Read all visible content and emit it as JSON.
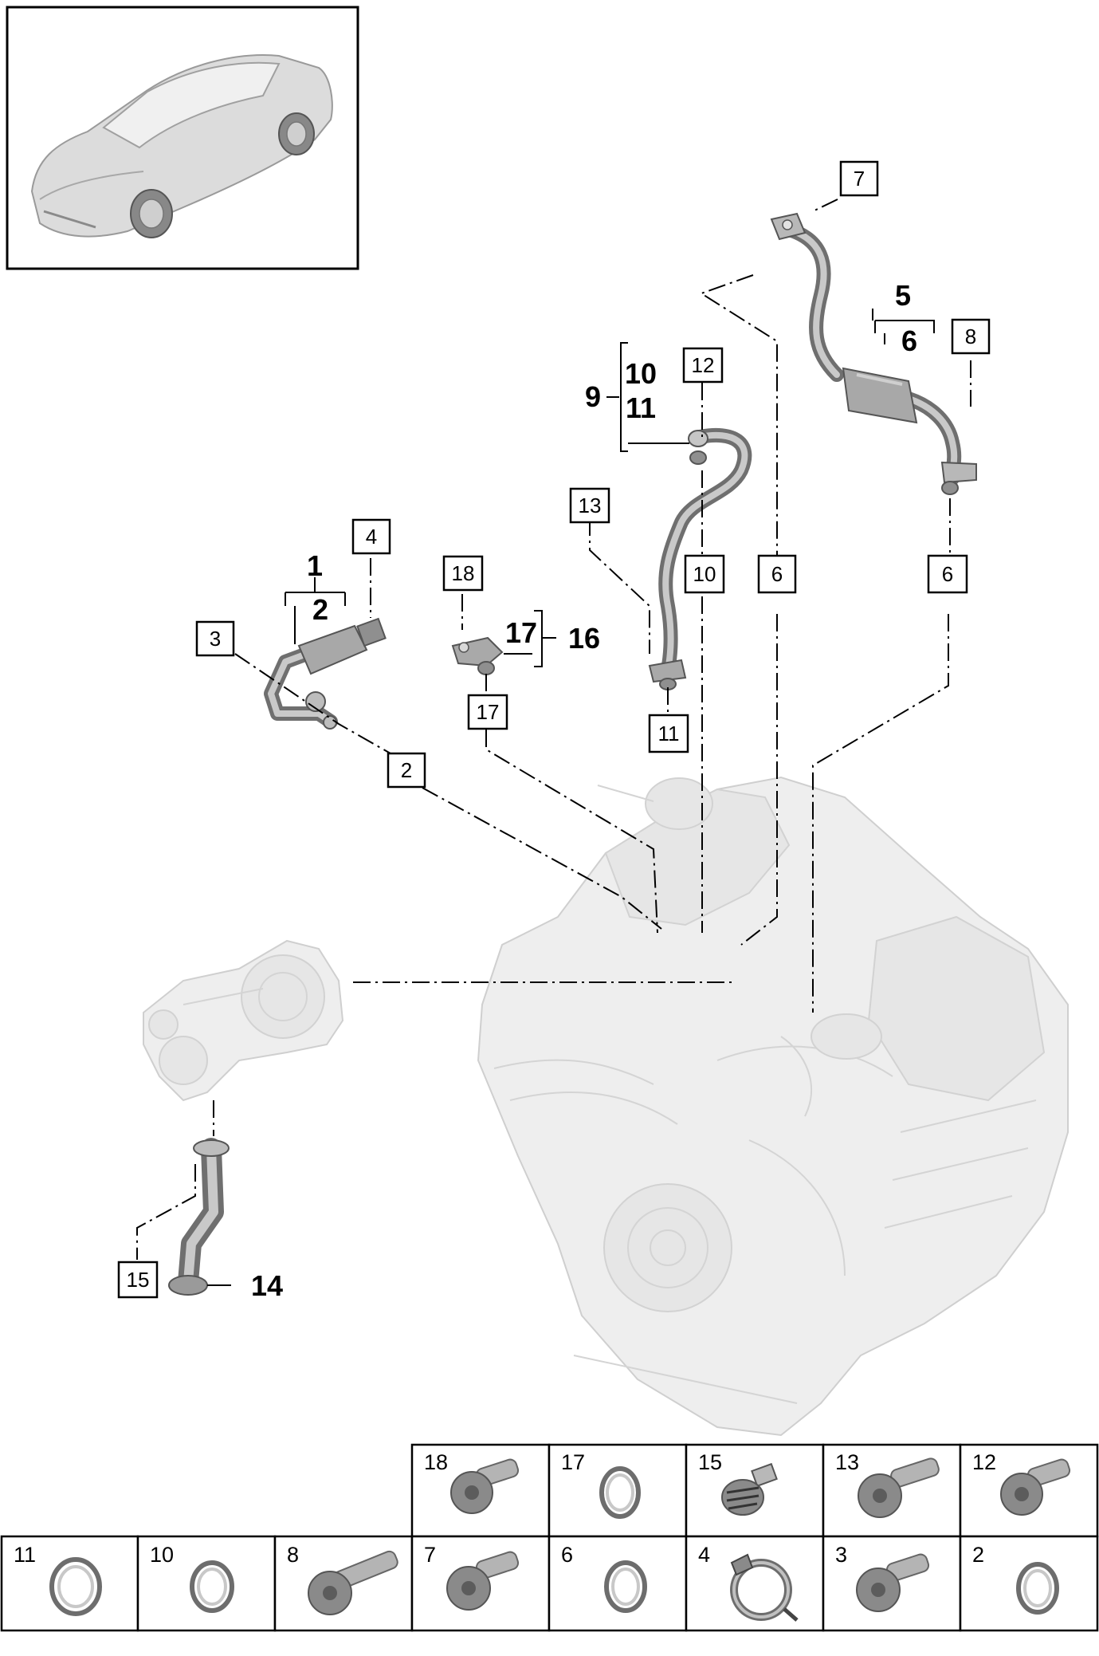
{
  "callouts": [
    {
      "id": "c7",
      "label": "7"
    },
    {
      "id": "c8",
      "label": "8"
    },
    {
      "id": "c12",
      "label": "12"
    },
    {
      "id": "c13",
      "label": "13"
    },
    {
      "id": "c4",
      "label": "4"
    },
    {
      "id": "c18",
      "label": "18"
    },
    {
      "id": "c10",
      "label": "10"
    },
    {
      "id": "c6a",
      "label": "6"
    },
    {
      "id": "c6b",
      "label": "6"
    },
    {
      "id": "c3",
      "label": "3"
    },
    {
      "id": "c17",
      "label": "17"
    },
    {
      "id": "c11",
      "label": "11"
    },
    {
      "id": "c2",
      "label": "2"
    },
    {
      "id": "c15",
      "label": "15"
    }
  ],
  "assembly_labels": {
    "group_5": "5",
    "group_6": "6",
    "group_9": "9",
    "group_10": "10",
    "group_11": "11",
    "group_1": "1",
    "group_2": "2",
    "group_17": "17",
    "group_16": "16",
    "group_14": "14"
  },
  "parts_grid": {
    "top_row": [
      {
        "number": "18",
        "kind": "bolt"
      },
      {
        "number": "17",
        "kind": "ring"
      },
      {
        "number": "15",
        "kind": "screen-plug"
      },
      {
        "number": "13",
        "kind": "bolt"
      },
      {
        "number": "12",
        "kind": "bolt"
      }
    ],
    "bottom_row": [
      {
        "number": "11",
        "kind": "ring"
      },
      {
        "number": "10",
        "kind": "ring"
      },
      {
        "number": "8",
        "kind": "long-bolt"
      },
      {
        "number": "7",
        "kind": "bolt"
      },
      {
        "number": "6",
        "kind": "ring"
      },
      {
        "number": "4",
        "kind": "clamp"
      },
      {
        "number": "3",
        "kind": "bolt"
      },
      {
        "number": "2",
        "kind": "ring"
      }
    ]
  },
  "colors": {
    "line": "#000000",
    "part_dark": "#6f6f6f",
    "part_light": "#c9c9c9",
    "engine": "#eeeeee"
  }
}
